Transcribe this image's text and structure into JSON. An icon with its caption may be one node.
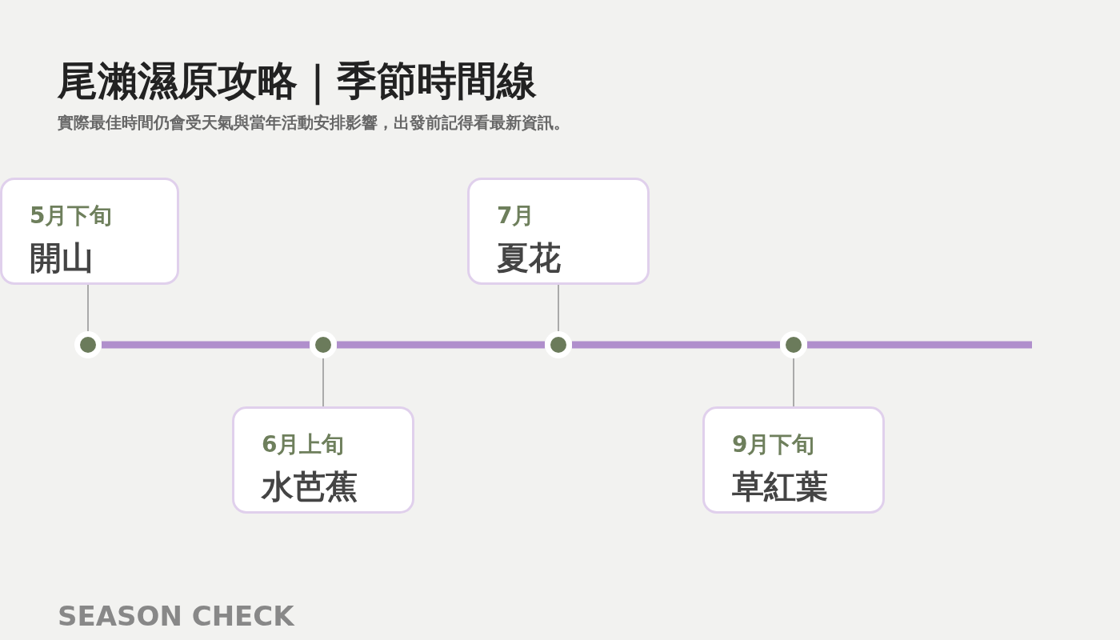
{
  "diagram": {
    "title": "尾瀨濕原攻略｜季節時間線",
    "caption": "實際最佳時間仍會受天氣與當年活動安排影響，出發前記得看最新資訊。",
    "nodes": [
      {
        "text": [
          "5月下旬",
          "開山"
        ]
      },
      {
        "text": [
          "6月上旬",
          "水芭蕉"
        ]
      },
      {
        "text": [
          "7月",
          "夏花"
        ]
      },
      {
        "text": [
          "9月下旬",
          "草紅葉"
        ]
      },
      {
        "text": [],
        "shape": "circle"
      },
      {
        "text": [],
        "shape": "circle"
      },
      {
        "text": [],
        "shape": "circle"
      },
      {
        "text": [],
        "shape": "circle"
      }
    ],
    "edges": [
      {
        "from": 0,
        "to": 4,
        "arrow": "none"
      },
      {
        "from": 1,
        "to": 5,
        "arrow": "none"
      },
      {
        "from": 2,
        "to": 6,
        "arrow": "none"
      },
      {
        "from": 3,
        "to": 7,
        "arrow": "none"
      },
      {
        "from": 4,
        "to": 5,
        "arrow": "none",
        "style": "thick",
        "color": "#b08fcc"
      },
      {
        "from": 5,
        "to": 6,
        "arrow": "none",
        "style": "thick",
        "color": "#b08fcc"
      },
      {
        "from": 6,
        "to": 7,
        "arrow": "none",
        "style": "thick",
        "color": "#b08fcc"
      },
      {
        "from": 7,
        "to": null,
        "arrow": "none",
        "style": "thick",
        "color": "#b08fcc"
      }
    ],
    "labels": [
      "SEASON CHECK"
    ]
  }
}
